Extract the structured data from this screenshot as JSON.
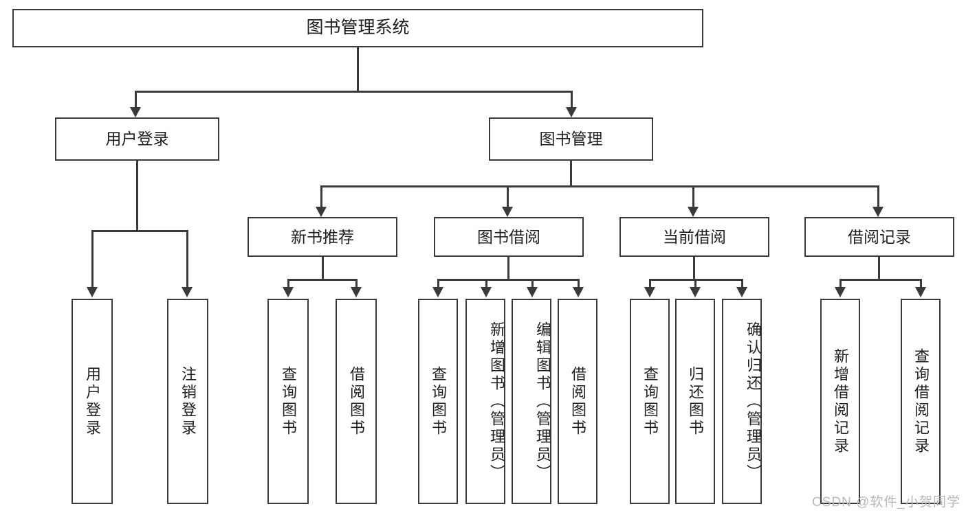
{
  "diagram": {
    "type": "tree",
    "title": "图书管理系统",
    "root": {
      "label": "图书管理系统"
    },
    "level2": [
      {
        "id": "user-login",
        "label": "用户登录"
      },
      {
        "id": "book-manage",
        "label": "图书管理"
      }
    ],
    "level3": [
      {
        "id": "new-book-recommend",
        "label": "新书推荐",
        "parent": "book-manage"
      },
      {
        "id": "book-borrow",
        "label": "图书借阅",
        "parent": "book-manage"
      },
      {
        "id": "current-borrow",
        "label": "当前借阅",
        "parent": "book-manage"
      },
      {
        "id": "borrow-record",
        "label": "借阅记录",
        "parent": "book-manage"
      }
    ],
    "leaves": [
      {
        "id": "leaf-user-login",
        "label": "用户登录",
        "parent": "user-login"
      },
      {
        "id": "leaf-user-logout",
        "label": "注销登录",
        "parent": "user-login"
      },
      {
        "id": "leaf-query-book-1",
        "label": "查询图书",
        "parent": "new-book-recommend"
      },
      {
        "id": "leaf-borrow-book-1",
        "label": "借阅图书",
        "parent": "new-book-recommend"
      },
      {
        "id": "leaf-query-book-2",
        "label": "查询图书",
        "parent": "book-borrow"
      },
      {
        "id": "leaf-add-book",
        "label": "新增图书（管理员）",
        "parent": "book-borrow"
      },
      {
        "id": "leaf-edit-book",
        "label": "编辑图书（管理员）",
        "parent": "book-borrow"
      },
      {
        "id": "leaf-borrow-book-2",
        "label": "借阅图书",
        "parent": "book-borrow"
      },
      {
        "id": "leaf-query-book-3",
        "label": "查询图书",
        "parent": "current-borrow"
      },
      {
        "id": "leaf-return-book",
        "label": "归还图书",
        "parent": "current-borrow"
      },
      {
        "id": "leaf-confirm-return",
        "label": "确认归还（管理员）",
        "parent": "current-borrow"
      },
      {
        "id": "leaf-add-record",
        "label": "新增借阅记录",
        "parent": "borrow-record"
      },
      {
        "id": "leaf-query-record",
        "label": "查询借阅记录",
        "parent": "borrow-record"
      }
    ]
  },
  "watermark": {
    "text": "CSDN @软件_小贺同学"
  },
  "colors": {
    "stroke": "#3a3a3a",
    "background": "#ffffff",
    "text": "#1f1f1f",
    "watermark": "#b9b9b9"
  }
}
